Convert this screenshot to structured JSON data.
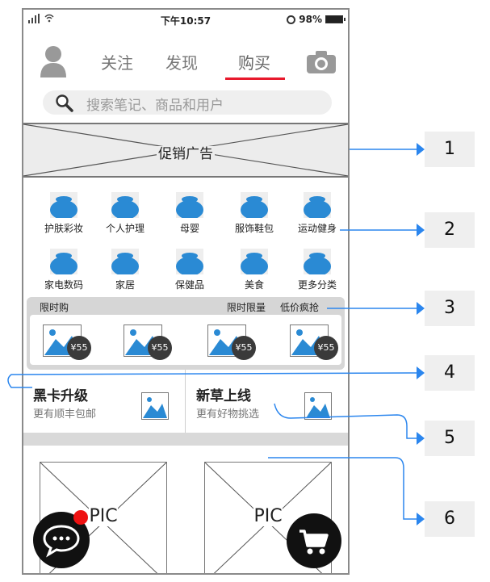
{
  "status_bar": {
    "time": "下午10:57",
    "battery": "98%"
  },
  "nav": {
    "tabs": [
      "关注",
      "发现",
      "购买"
    ],
    "active_index": 2
  },
  "search": {
    "placeholder": "搜索笔记、商品和用户"
  },
  "banner": {
    "label": "促销广告"
  },
  "categories": [
    "护肤彩妆",
    "个人护理",
    "母婴",
    "服饰鞋包",
    "运动健身",
    "家电数码",
    "家居",
    "保健品",
    "美食",
    "更多分类"
  ],
  "flash_sale": {
    "title": "限时购",
    "tag_limited": "限时限量",
    "tag_lowprice": "低价疯抢",
    "prices": [
      "¥55",
      "¥55",
      "¥55",
      "¥55"
    ]
  },
  "promos": [
    {
      "title": "黑卡升级",
      "subtitle": "更有顺丰包邮"
    },
    {
      "title": "新草上线",
      "subtitle": "更有好物挑选"
    }
  ],
  "pic_cards": [
    "PIC",
    "PIC"
  ],
  "annotations": [
    "1",
    "2",
    "3",
    "4",
    "5",
    "6"
  ],
  "colors": {
    "accent_red": "#e8192c",
    "icon_blue": "#2a8ad4",
    "callout_blue": "#2b86ee"
  }
}
